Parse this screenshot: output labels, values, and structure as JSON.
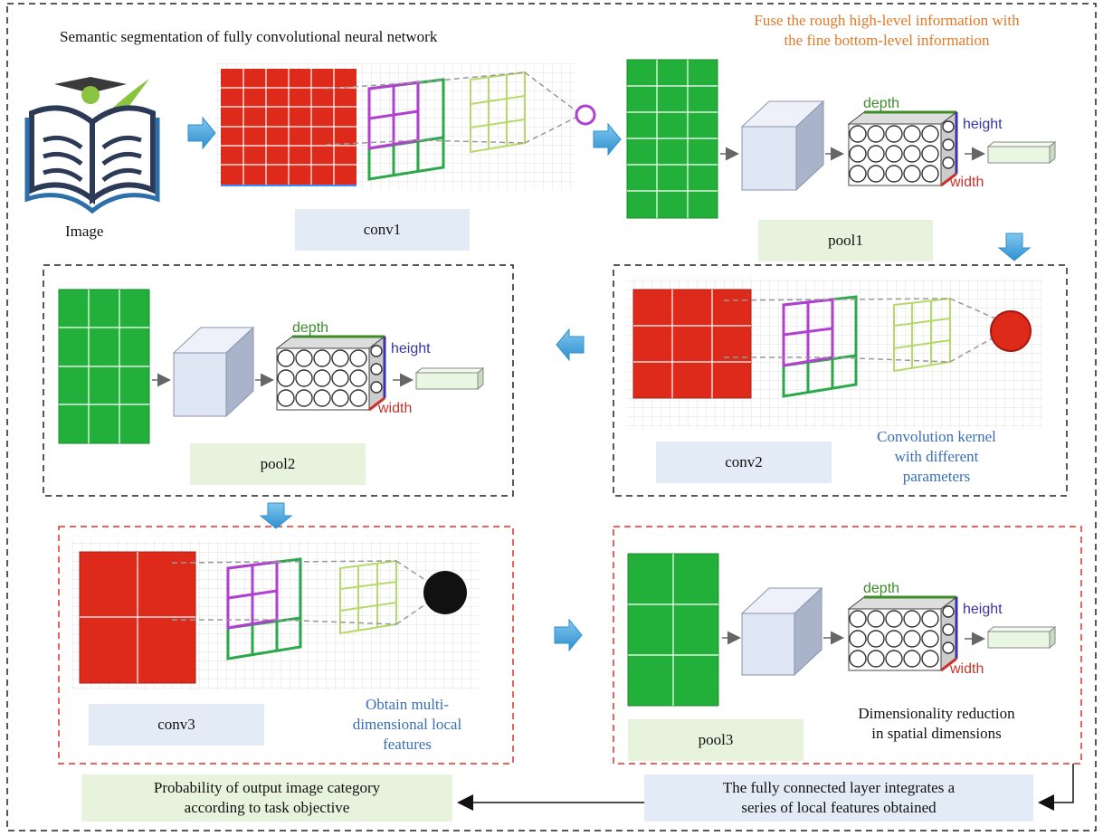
{
  "title": "Semantic segmentation of fully convolutional neural network",
  "fuse_note": [
    "Fuse the rough high-level information with",
    "the fine bottom-level information"
  ],
  "image_label": "Image",
  "layers": {
    "conv1": "conv1",
    "pool1": "pool1",
    "conv2": "conv2",
    "pool2": "pool2",
    "conv3": "conv3",
    "pool3": "pool3"
  },
  "pool_dims": {
    "depth": "depth",
    "height": "height",
    "width": "width"
  },
  "notes": {
    "conv2": [
      "Convolution kernel",
      "with different",
      "parameters"
    ],
    "conv3": [
      "Obtain multi-",
      "dimensional local",
      "features"
    ],
    "pool3": [
      "Dimensionality reduction",
      "in spatial dimensions"
    ],
    "fc": [
      "The fully connected layer integrates a",
      "series of local features obtained"
    ],
    "output": [
      "Probability of output image category",
      "according to task objective"
    ]
  },
  "colors": {
    "conv_red": "#dd2a1b",
    "pool_green": "#22b03a",
    "kernel_purple": "#b23fd1",
    "kernel_green": "#2aa84a",
    "kernel_lime": "#b6d96a",
    "arrow_blue": "#3a9bd8",
    "red_dash": "#e0302a"
  }
}
